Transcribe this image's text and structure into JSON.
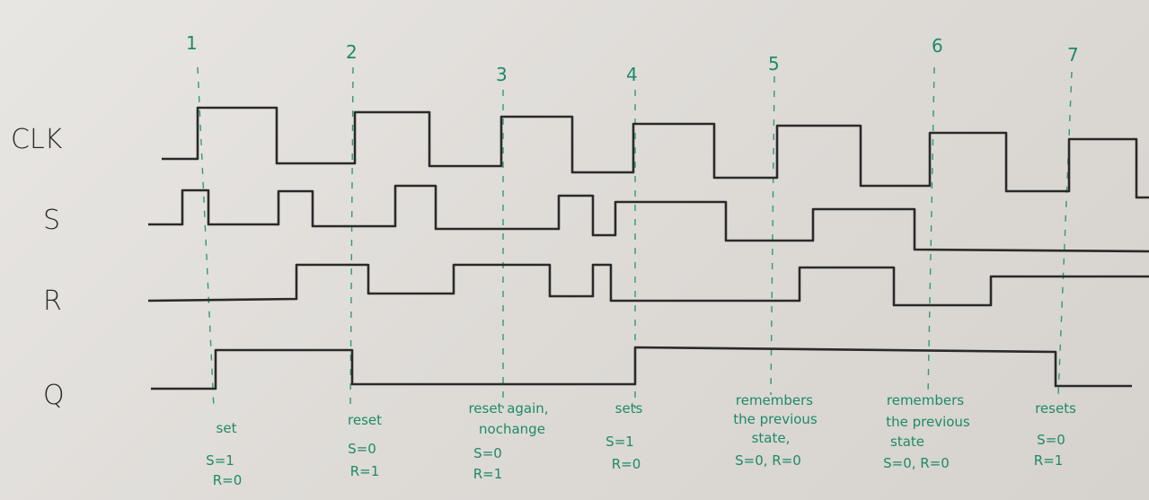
{
  "signals": {
    "clk": "CLK",
    "s": "S",
    "r": "R",
    "q": "Q"
  },
  "markers": [
    "1",
    "2",
    "3",
    "4",
    "5",
    "6",
    "7"
  ],
  "notes": [
    {
      "title": [
        "set"
      ],
      "s": "S=1",
      "r": "R=0"
    },
    {
      "title": [
        "reset"
      ],
      "s": "S=0",
      "r": "R=1"
    },
    {
      "title": [
        "reset again,",
        "nochange"
      ],
      "s": "S=0",
      "r": "R=1"
    },
    {
      "title": [
        "sets"
      ],
      "s": "S=1",
      "r": "R=0"
    },
    {
      "title": [
        "remembers",
        "the previous",
        "state,"
      ],
      "sr": "S=0, R=0"
    },
    {
      "title": [
        "remembers",
        "the previous",
        "state"
      ],
      "sr": "S=0, R=0"
    },
    {
      "title": [
        "resets"
      ],
      "s": "S=0",
      "r": "R=1"
    }
  ],
  "colors": {
    "ink": "#2a2a2a",
    "marker": "#1e8a68",
    "board": "#e3e0dc"
  }
}
